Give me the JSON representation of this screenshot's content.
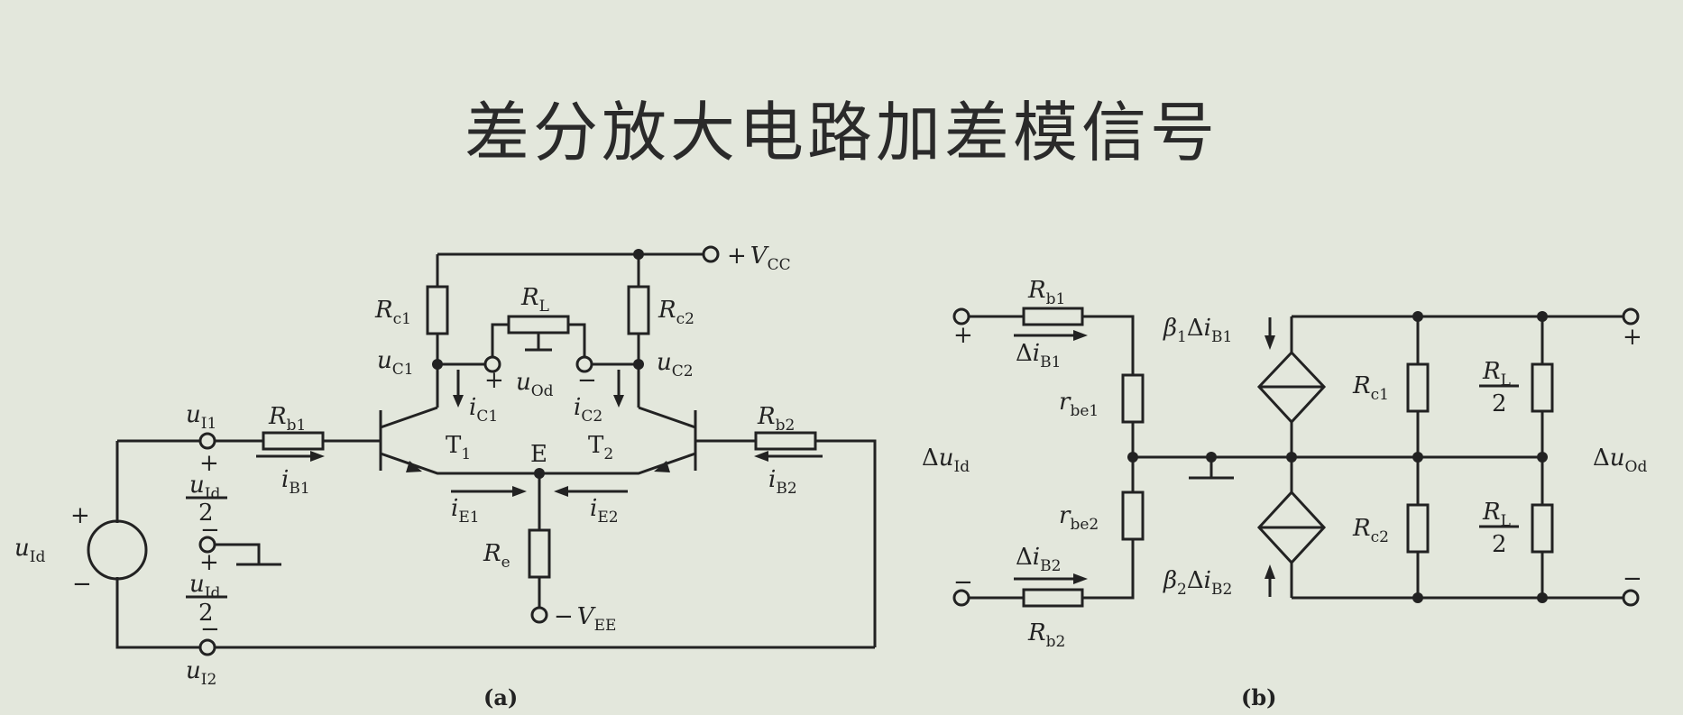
{
  "title": "差分放大电路加差模信号",
  "circuit_a": {
    "caption": "(a)",
    "vcc": {
      "sign": "+",
      "symbol": "V",
      "sub": "CC"
    },
    "vee": {
      "sign": "−",
      "symbol": "V",
      "sub": "EE"
    },
    "rc1": {
      "symbol": "R",
      "sub": "c1"
    },
    "rc2": {
      "symbol": "R",
      "sub": "c2"
    },
    "rl": {
      "symbol": "R",
      "sub": "L"
    },
    "uc1": {
      "symbol": "u",
      "sub": "C1"
    },
    "uc2": {
      "symbol": "u",
      "sub": "C2"
    },
    "uod": {
      "symbol": "u",
      "sub": "Od",
      "plus": "+",
      "minus": "−"
    },
    "ic1": {
      "symbol": "i",
      "sub": "C1"
    },
    "ic2": {
      "symbol": "i",
      "sub": "C2"
    },
    "t1": {
      "symbol": "T",
      "sub": "1"
    },
    "t2": {
      "symbol": "T",
      "sub": "2"
    },
    "emitter": "E",
    "rb1": {
      "symbol": "R",
      "sub": "b1"
    },
    "rb2": {
      "symbol": "R",
      "sub": "b2"
    },
    "ib1": {
      "symbol": "i",
      "sub": "B1"
    },
    "ib2": {
      "symbol": "i",
      "sub": "B2"
    },
    "ie1": {
      "symbol": "i",
      "sub": "E1"
    },
    "ie2": {
      "symbol": "i",
      "sub": "E2"
    },
    "re": {
      "symbol": "R",
      "sub": "e"
    },
    "ui1": {
      "symbol": "u",
      "sub": "I1"
    },
    "ui2": {
      "symbol": "u",
      "sub": "I2"
    },
    "uid": {
      "symbol": "u",
      "sub": "Id"
    },
    "half": {
      "num_symbol": "u",
      "num_sub": "Id",
      "den": "2"
    },
    "plus": "+",
    "minus": "−"
  },
  "circuit_b": {
    "caption": "(b)",
    "rb1": {
      "symbol": "R",
      "sub": "b1"
    },
    "rb2": {
      "symbol": "R",
      "sub": "b2"
    },
    "dib1": {
      "delta": "Δ",
      "symbol": "i",
      "sub": "B1"
    },
    "dib2": {
      "delta": "Δ",
      "symbol": "i",
      "sub": "B2"
    },
    "rbe1": {
      "symbol": "r",
      "sub": "be1"
    },
    "rbe2": {
      "symbol": "r",
      "sub": "be2"
    },
    "duid": {
      "delta": "Δ",
      "symbol": "u",
      "sub": "Id"
    },
    "duod": {
      "delta": "Δ",
      "symbol": "u",
      "sub": "Od"
    },
    "src1": {
      "beta": "β",
      "beta_sub": "1",
      "delta": "Δ",
      "symbol": "i",
      "sub": "B1"
    },
    "src2": {
      "beta": "β",
      "beta_sub": "2",
      "delta": "Δ",
      "symbol": "i",
      "sub": "B2"
    },
    "rc1": {
      "symbol": "R",
      "sub": "c1"
    },
    "rc2": {
      "symbol": "R",
      "sub": "c2"
    },
    "rl_half": {
      "symbol": "R",
      "sub": "L",
      "den": "2"
    },
    "plus": "+",
    "minus": "−"
  }
}
